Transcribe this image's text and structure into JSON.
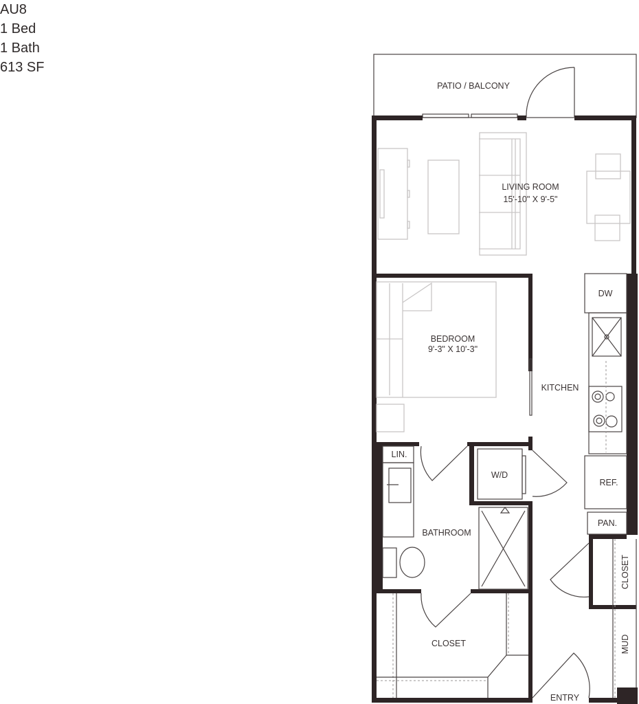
{
  "unit": {
    "name": "AU8",
    "beds": "1 Bed",
    "baths": "1 Bath",
    "area": "613 SF"
  },
  "rooms": {
    "patio": "PATIO / BALCONY",
    "living": "LIVING ROOM",
    "living_dims": "15'-10\" X 9'-5\"",
    "bedroom": "BEDROOM",
    "bedroom_dims": "9'-3\" X 10'-3\"",
    "kitchen": "KITCHEN",
    "dw": "DW",
    "ref": "REF.",
    "pan": "PAN.",
    "lin": "LIN.",
    "wd": "W/D",
    "bathroom": "BATHROOM",
    "closet_walk": "CLOSET",
    "closet_entry": "CLOSET",
    "mud": "MUD",
    "entry": "ENTRY"
  },
  "colors": {
    "wall": "#2e2526",
    "furniture": "#c9c6c6"
  }
}
